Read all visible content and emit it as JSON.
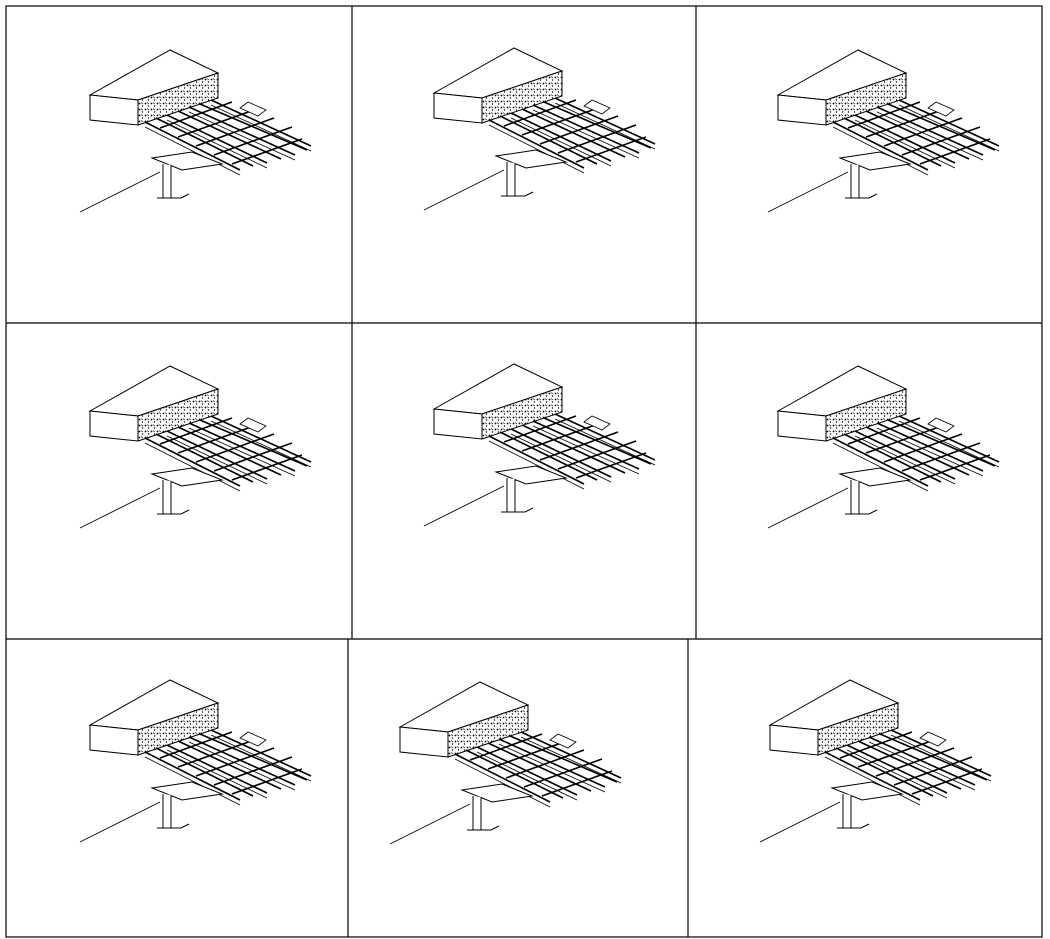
{
  "sheet": {
    "rows": 3,
    "columns": 3,
    "line_color": "#000000",
    "background": "#ffffff"
  },
  "details": [
    {
      "variant": "mesh-deck"
    },
    {
      "variant": "trapezoidal-deck"
    },
    {
      "variant": "mesh-deck"
    },
    {
      "variant": "mesh-deck-channel"
    },
    {
      "variant": "trapezoidal-deck-channel"
    },
    {
      "variant": "mesh-deck-channel"
    },
    {
      "variant": "trapezoidal-deck"
    },
    {
      "variant": "mesh-deck"
    },
    {
      "variant": "trapezoidal-deck"
    }
  ]
}
